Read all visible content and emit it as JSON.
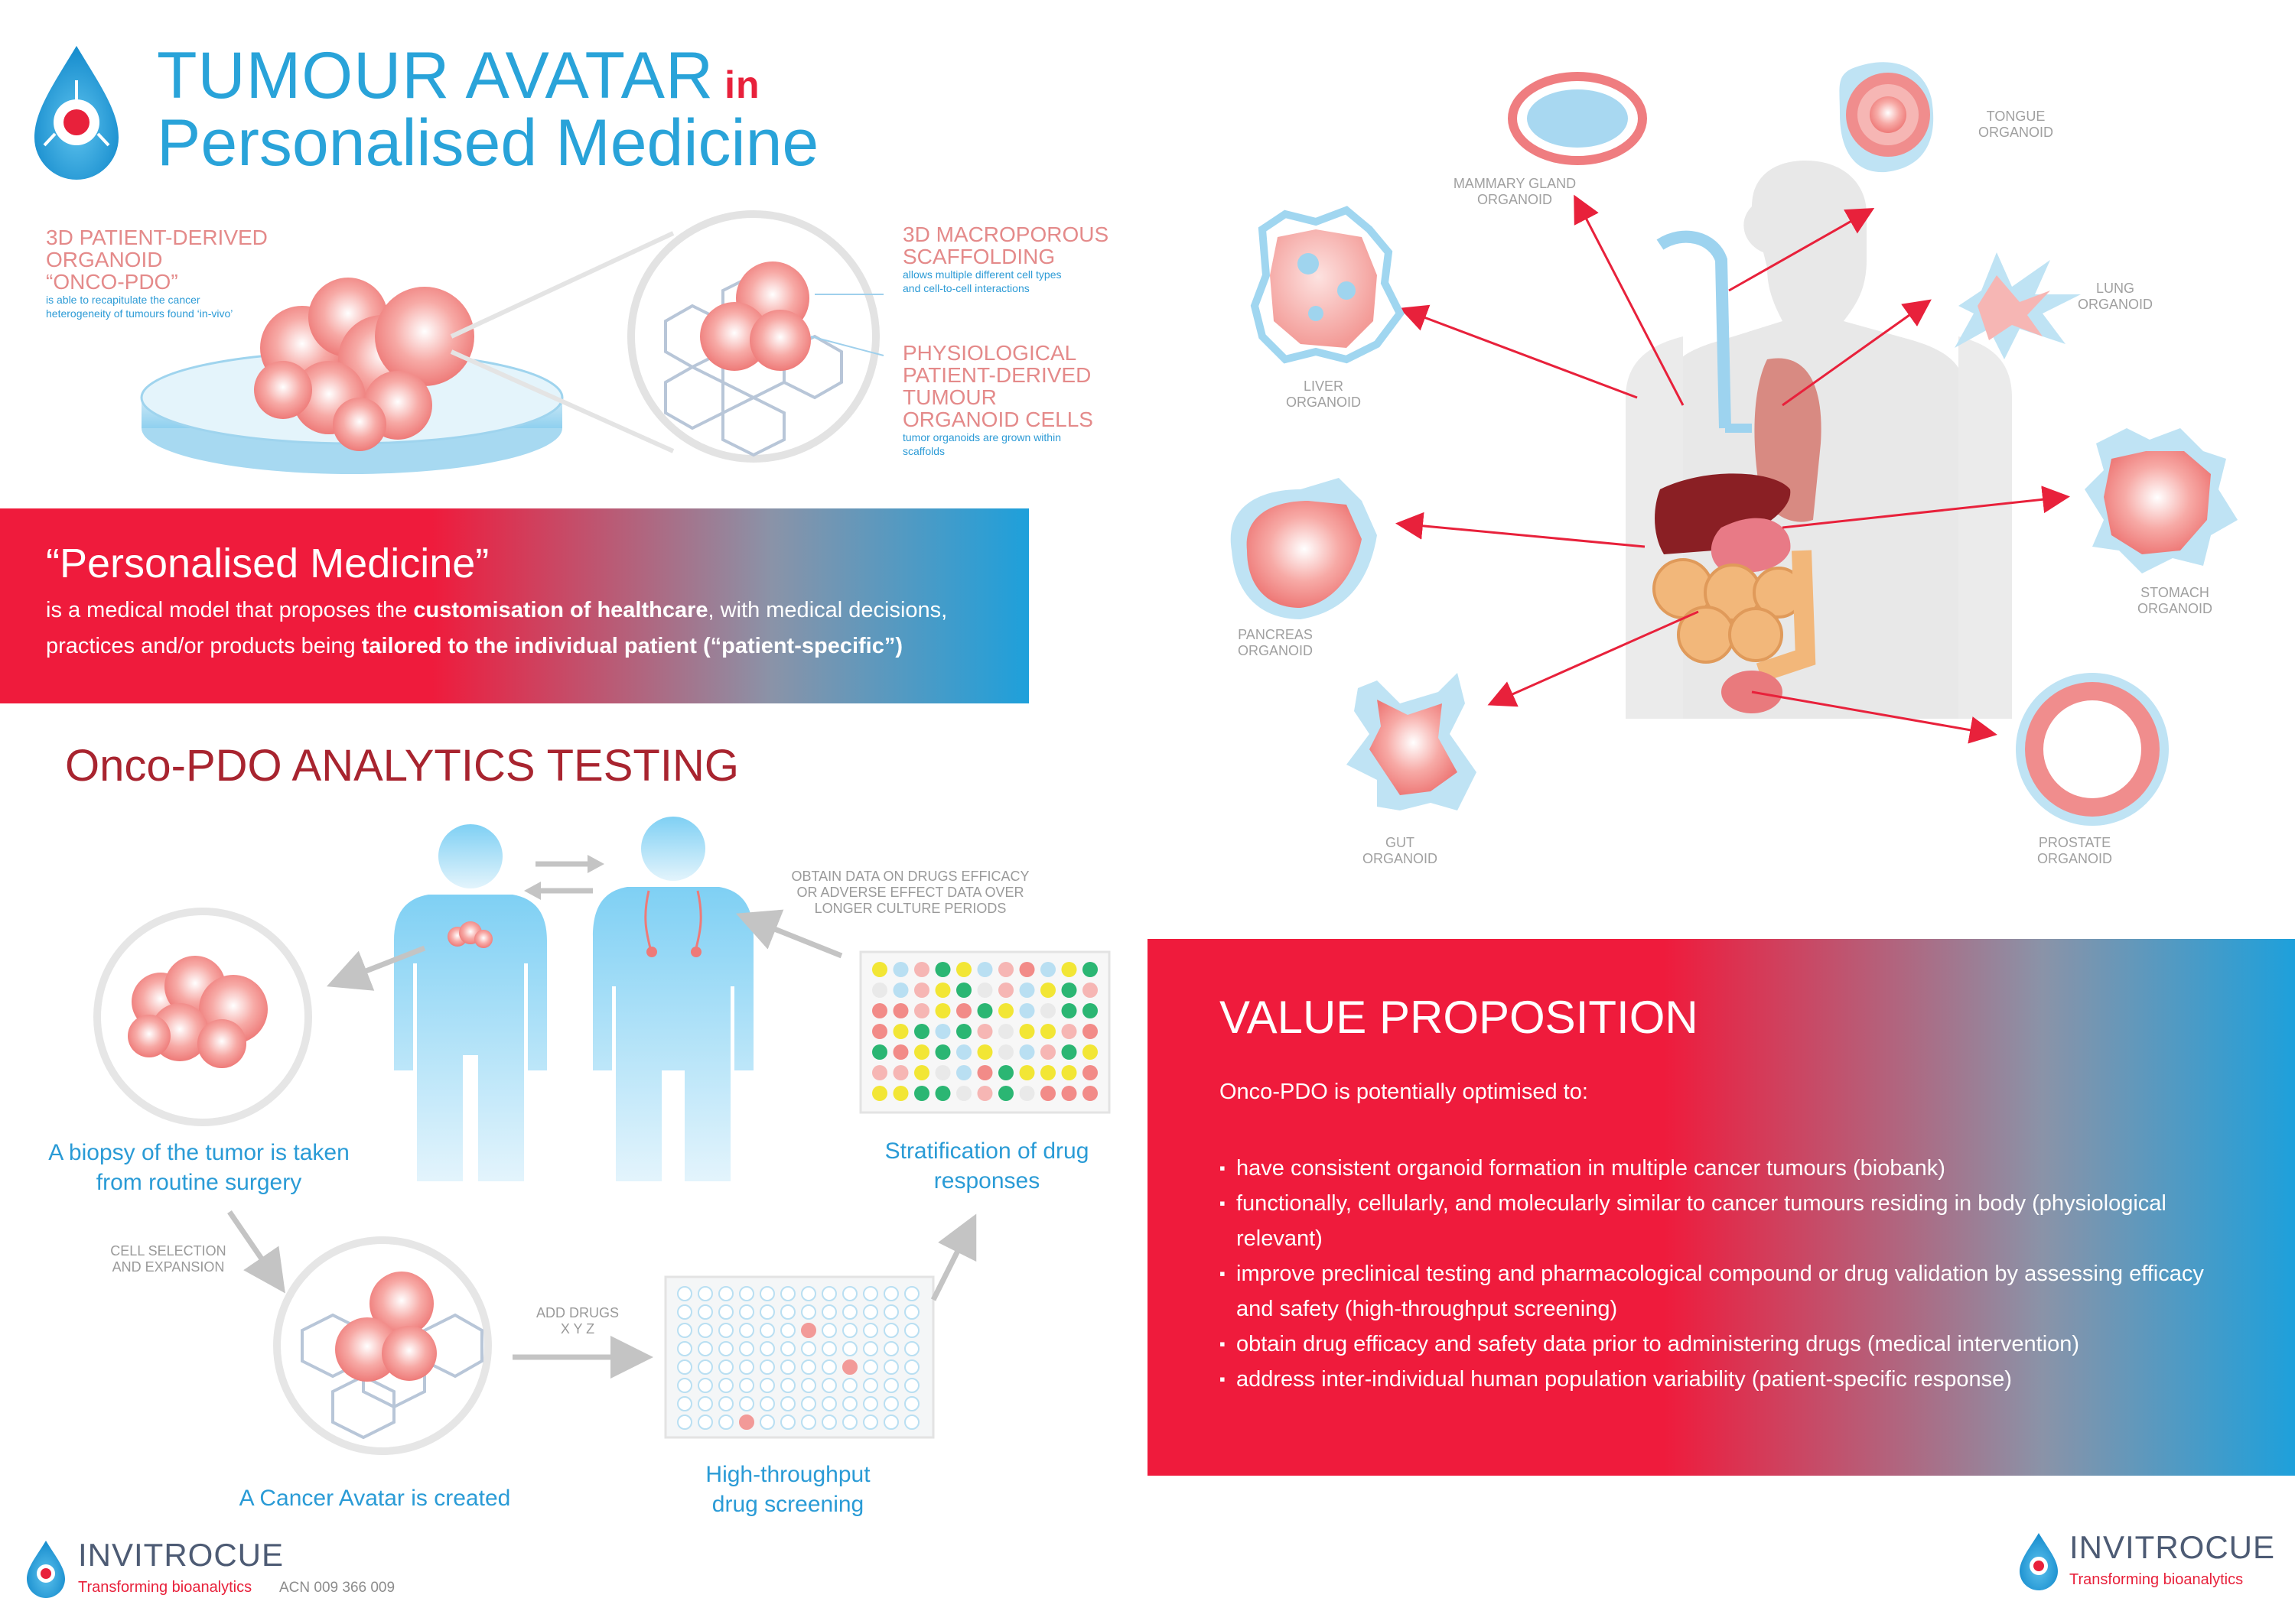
{
  "header": {
    "title_main": "TUMOUR AVATAR",
    "title_in": "in",
    "title_line2": "Personalised Medicine"
  },
  "organoid_labels": {
    "onco_pdo_title_lines": [
      "3D PATIENT-DERIVED",
      "ORGANOID",
      "“ONCO-PDO”"
    ],
    "onco_pdo_desc_lines": [
      "is able to recapitulate the cancer",
      "heterogeneity of tumours found ‘in-vivo’"
    ],
    "scaffold_title_lines": [
      "3D MACROPOROUS",
      "SCAFFOLDING"
    ],
    "scaffold_desc_lines": [
      "allows multiple different cell types",
      "and cell-to-cell interactions"
    ],
    "cells_title_lines": [
      "PHYSIOLOGICAL",
      "PATIENT-DERIVED",
      "TUMOUR",
      "ORGANOID CELLS"
    ],
    "cells_desc_lines": [
      "tumor organoids are grown within",
      "scaffolds"
    ]
  },
  "personalised_medicine": {
    "title": "“Personalised  Medicine”",
    "text_1": "is a medical model that proposes the ",
    "bold_1": "customisation of healthcare",
    "text_2": ", with medical decisions, practices and/or products being ",
    "bold_2": "tailored to the individual patient (“patient-specific”)"
  },
  "analytics": {
    "title": "Onco-PDO ANALYTICS TESTING",
    "biopsy_caption_lines": [
      "A biopsy of the tumor is taken",
      "from routine surgery"
    ],
    "cell_selection_lines": [
      "CELL SELECTION",
      "AND EXPANSION"
    ],
    "avatar_caption": "A Cancer Avatar is created",
    "add_drugs_lines": [
      "ADD DRUGS",
      "X Y Z"
    ],
    "screening_caption_lines": [
      "High-throughput",
      "drug screening"
    ],
    "stratification_caption_lines": [
      "Stratification of drug",
      "responses"
    ],
    "obtain_data_lines": [
      "OBTAIN DATA ON DRUGS EFFICACY",
      "OR ADVERSE EFFECT DATA OVER",
      "LONGER CULTURE PERIODS"
    ]
  },
  "organs": [
    {
      "name": "mammary",
      "lines": [
        "MAMMARY GLAND",
        "ORGANOID"
      ]
    },
    {
      "name": "tongue",
      "lines": [
        "TONGUE",
        "ORGANOID"
      ]
    },
    {
      "name": "liver",
      "lines": [
        "LIVER",
        "ORGANOID"
      ]
    },
    {
      "name": "lung",
      "lines": [
        "LUNG",
        "ORGANOID"
      ]
    },
    {
      "name": "pancreas",
      "lines": [
        "PANCREAS",
        "ORGANOID"
      ]
    },
    {
      "name": "stomach",
      "lines": [
        "STOMACH",
        "ORGANOID"
      ]
    },
    {
      "name": "gut",
      "lines": [
        "GUT",
        "ORGANOID"
      ]
    },
    {
      "name": "prostate",
      "lines": [
        "PROSTATE",
        "ORGANOID"
      ]
    }
  ],
  "value_proposition": {
    "title": "VALUE PROPOSITION",
    "intro": "Onco-PDO is potentially optimised to:",
    "bullets": [
      "have consistent organoid formation in multiple cancer tumours (biobank)",
      "functionally, cellularly, and molecularly similar to cancer tumours residing in body (physiological relevant)",
      "improve preclinical testing and pharmacological compound or drug validation by assessing efficacy and safety (high-throughput screening)",
      "obtain drug efficacy and safety data prior to administering drugs (medical intervention)",
      "address inter-individual human population variability (patient-specific response)"
    ]
  },
  "footer": {
    "brand": "INVITROCUE",
    "tagline": "Transforming bioanalytics",
    "acn": "ACN 009 366 009"
  },
  "colors": {
    "brand_blue": "#29a3d9",
    "brand_red": "#e8213b",
    "dark_red": "#a8242f",
    "organoid_pink": "#f4a0a0",
    "arrow_gray": "#c4c4c4"
  }
}
